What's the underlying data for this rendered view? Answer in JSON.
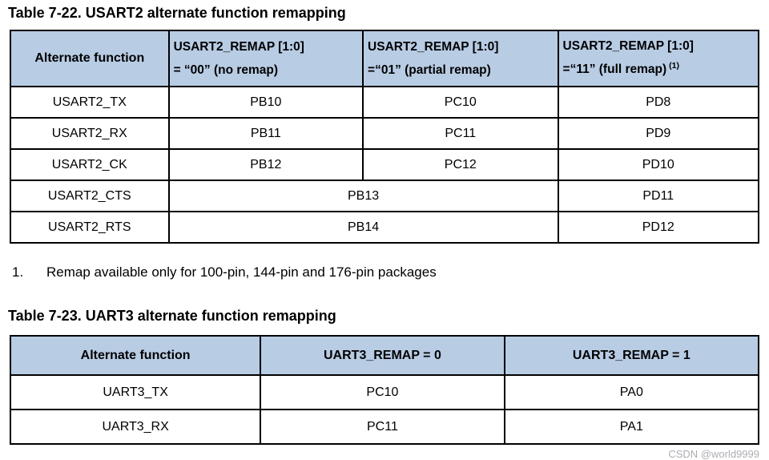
{
  "colors": {
    "table_header_bg": "#b8cce4",
    "table_border": "#000000",
    "text": "#000000",
    "watermark": "#aaadb2"
  },
  "table1": {
    "title": "Table 7-22. USART2 alternate function remapping",
    "columns": {
      "function": "Alternate function",
      "no_remap_line1": "USART2_REMAP [1:0]",
      "no_remap_line2": "= “00” (no remap)",
      "partial_remap_line1": "USART2_REMAP [1:0]",
      "partial_remap_line2": "=“01” (partial remap)",
      "full_remap_line1": "USART2_REMAP [1:0]",
      "full_remap_line2": "=“11” (full remap)",
      "full_remap_superscript": "(1)"
    },
    "rows": [
      {
        "function": "USART2_TX",
        "no_remap": "PB10",
        "partial_remap": "PC10",
        "full_remap": "PD8"
      },
      {
        "function": "USART2_RX",
        "no_remap": "PB11",
        "partial_remap": "PC11",
        "full_remap": "PD9"
      },
      {
        "function": "USART2_CK",
        "no_remap": "PB12",
        "partial_remap": "PC12",
        "full_remap": "PD10"
      },
      {
        "function": "USART2_CTS",
        "no_and_partial_remap": "PB13",
        "full_remap": "PD11"
      },
      {
        "function": "USART2_RTS",
        "no_and_partial_remap": "PB14",
        "full_remap": "PD12"
      }
    ]
  },
  "footnote": {
    "number": "1.",
    "text": "Remap available only for 100-pin, 144-pin and 176-pin packages"
  },
  "table2": {
    "title": "Table 7-23. UART3 alternate function remapping",
    "columns": {
      "function": "Alternate function",
      "remap0": "UART3_REMAP = 0",
      "remap1": "UART3_REMAP = 1"
    },
    "rows": [
      {
        "function": "UART3_TX",
        "remap0": "PC10",
        "remap1": "PA0"
      },
      {
        "function": "UART3_RX",
        "remap0": "PC11",
        "remap1": "PA1"
      }
    ]
  },
  "watermark": "CSDN @world9999"
}
